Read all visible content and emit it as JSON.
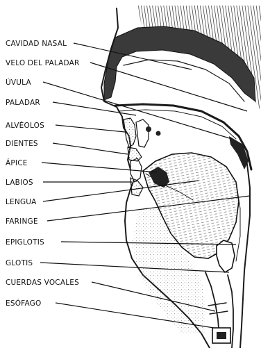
{
  "diagram": {
    "labels": [
      "CAVIDAD NASAL",
      "VELO DEL PALADAR",
      "ÚVULA",
      "PALADAR",
      "ALVÉOLOS",
      "DIENTES",
      "ÁPICE",
      "LABIOS",
      "LENGUA",
      "FARINGE",
      "EPIGLOTIS",
      "GLOTIS",
      "CUERDAS VOCALES",
      "ESÓFAGO"
    ]
  }
}
